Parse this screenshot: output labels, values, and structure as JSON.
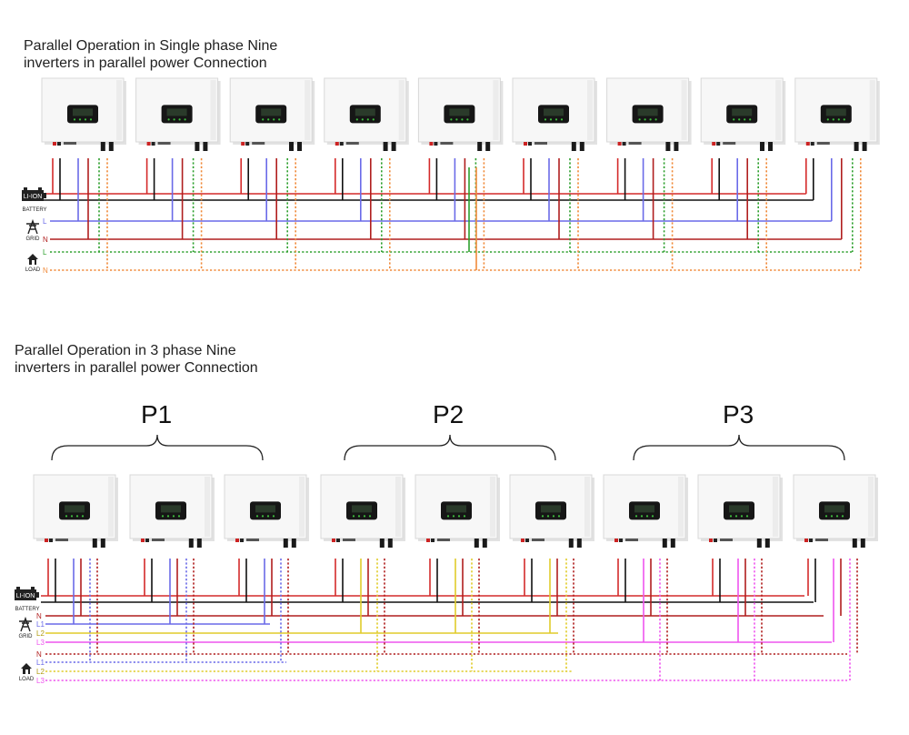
{
  "section_single": {
    "title": "Parallel Operation in Single phase Nine\ninverters in parallel power Connection",
    "inverter_count": 9,
    "battery_badge": "LI-ION",
    "battery_label": "BATTERY",
    "grid_label": "GRID",
    "load_label": "LOAD",
    "grid_lines": [
      "L",
      "N"
    ],
    "load_lines": [
      "L",
      "N"
    ]
  },
  "section_three": {
    "title": "Parallel Operation in 3 phase Nine\ninverters in parallel power Connection",
    "inverter_count": 9,
    "groups": [
      "P1",
      "P2",
      "P3"
    ],
    "battery_badge": "LI-ION",
    "battery_label": "BATTERY",
    "grid_label": "GRID",
    "load_label": "LOAD",
    "grid_lines": [
      "N",
      "L1",
      "L2",
      "L3"
    ],
    "load_lines": [
      "N",
      "L1",
      "L2",
      "L3"
    ]
  },
  "colors": {
    "battery_pos": "#d42a2a",
    "battery_neg": "#111111",
    "line_L": "#6a6ae8",
    "line_N": "#b01e1e",
    "load_L": "#2ea02e",
    "load_N": "#f08a3a",
    "phase_L1": "#6a6ae8",
    "phase_L2": "#e0cc2a",
    "phase_L3": "#ee55ee",
    "phase_N": "#b01e1e"
  }
}
